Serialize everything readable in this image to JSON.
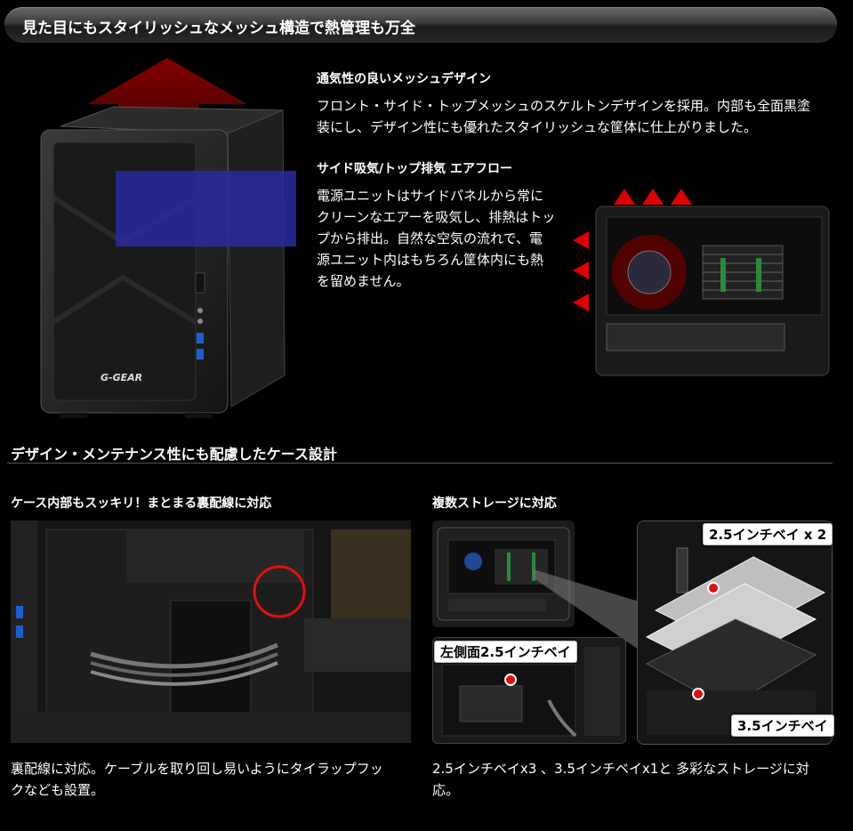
{
  "banner": {
    "title": "見た目にもスタイリッシュなメッシュ構造で熱管理も万全"
  },
  "section1": {
    "heading1": "通気性の良いメッシュデザイン",
    "para1_line1": "フロント・サイド・トップメッシュのスケルトンデザインを採用。内部も全面黒塗",
    "para1_line2": "装にし、デザイン性にも優れたスタイリッシュな筐体に仕上がりました。",
    "heading2": "サイド吸気/トップ排気 エアフロー",
    "para2_lines": [
      "電源ユニットはサイドパネルから常に",
      "クリーンなエアーを吸気し、排熱はトッ",
      "プから排出。自然な空気の流れで、電",
      "源ユニット内はもちろん筐体内にも熱",
      "を留めません。"
    ],
    "case_logo": "G-GEAR"
  },
  "section2": {
    "title": "デザイン・メンテナンス性にも配慮したケース設計",
    "left": {
      "heading": "ケース内部もスッキリ！まとまる裏配線に対応",
      "text_line1": "裏配線に対応。ケーブルを取り回し易いようにタイラップフッ",
      "text_line2": "クなども設置。"
    },
    "right": {
      "heading": "複数ストレージに対応",
      "callout_left": "左側面2.5インチベイ",
      "callout_top": "2.5インチベイ x 2",
      "callout_bottom": "3.5インチベイ",
      "text_line1": "2.5インチベイx3 、3.5インチベイx1と 多彩なストレージに対",
      "text_line2": "応。"
    }
  },
  "colors": {
    "accent_red": "#e01010",
    "blue_overlay": "#2a2aa0",
    "red_overlay": "#8a0000"
  }
}
